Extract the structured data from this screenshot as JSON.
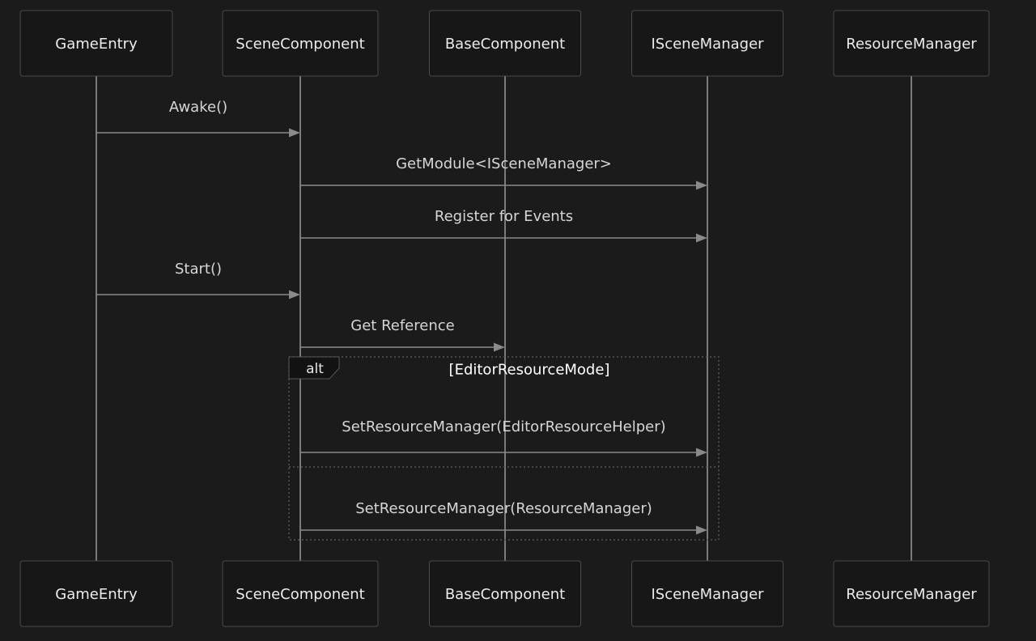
{
  "participants": [
    {
      "id": "gameentry",
      "label": "GameEntry"
    },
    {
      "id": "scenecomponent",
      "label": "SceneComponent"
    },
    {
      "id": "basecomponent",
      "label": "BaseComponent"
    },
    {
      "id": "iscenemanager",
      "label": "ISceneManager"
    },
    {
      "id": "resourcemanager",
      "label": "ResourceManager"
    }
  ],
  "messages": [
    {
      "from": "gameentry",
      "to": "scenecomponent",
      "label": "Awake()"
    },
    {
      "from": "scenecomponent",
      "to": "iscenemanager",
      "label": "GetModule<ISceneManager>"
    },
    {
      "from": "scenecomponent",
      "to": "iscenemanager",
      "label": "Register for Events"
    },
    {
      "from": "gameentry",
      "to": "scenecomponent",
      "label": "Start()"
    },
    {
      "from": "scenecomponent",
      "to": "basecomponent",
      "label": "Get Reference"
    },
    {
      "from": "scenecomponent",
      "to": "iscenemanager",
      "label": "SetResourceManager(EditorResourceHelper)"
    },
    {
      "from": "scenecomponent",
      "to": "iscenemanager",
      "label": "SetResourceManager(ResourceManager)"
    }
  ],
  "alt_frame": {
    "kind": "alt",
    "condition": "[EditorResourceMode]"
  },
  "colors": {
    "background": "#1b1b1b",
    "actor_fill": "#171717",
    "actor_border": "#4a4a4a",
    "lifeline": "#7a7a7a",
    "arrow": "#8a8a8a",
    "text": "#ececec"
  }
}
